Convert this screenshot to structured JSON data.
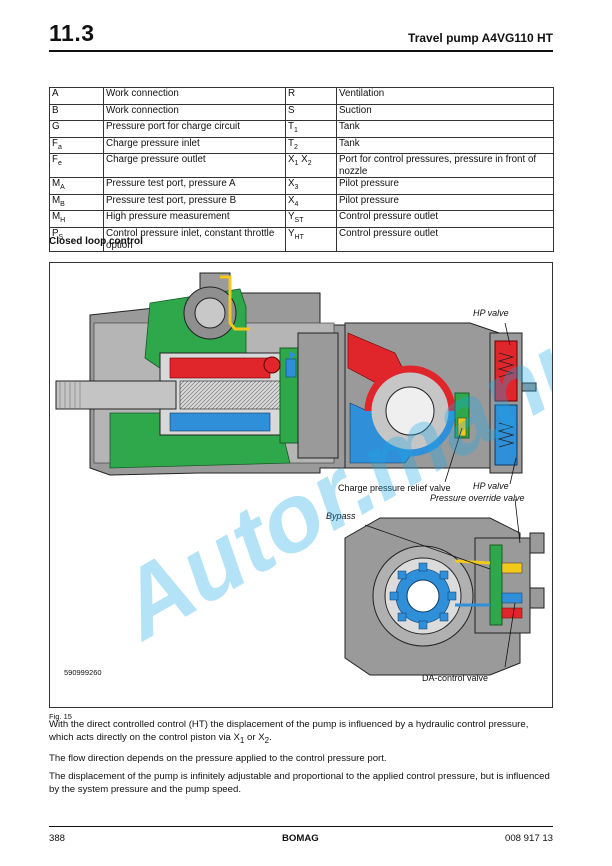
{
  "header": {
    "section": "11.3",
    "title": "Travel pump A4VG110 HT"
  },
  "table": {
    "rows": [
      {
        "k1": "A",
        "k1s": "",
        "v1": "Work connection",
        "k2": "R",
        "k2s": "",
        "v2": "Ventilation"
      },
      {
        "k1": "B",
        "k1s": "",
        "v1": "Work connection",
        "k2": "S",
        "k2s": "",
        "v2": "Suction"
      },
      {
        "k1": "G",
        "k1s": "",
        "v1": "Pressure port for charge circuit",
        "k2": "T",
        "k2s": "1",
        "v2": "Tank"
      },
      {
        "k1": "F",
        "k1s": "a",
        "v1": "Charge pressure inlet",
        "k2": "T",
        "k2s": "2",
        "v2": "Tank"
      },
      {
        "k1": "F",
        "k1s": "e",
        "v1": "Charge pressure outlet",
        "k2": "X",
        "k2s": "1",
        "k2b": " X",
        "k2bs": "2",
        "v2": "Port for control pressures, pressure in front of nozzle"
      },
      {
        "k1": "M",
        "k1s": "A",
        "v1": "Pressure test port, pressure A",
        "k2": "X",
        "k2s": "3",
        "v2": "Pilot pressure"
      },
      {
        "k1": "M",
        "k1s": "B",
        "v1": "Pressure test port, pressure B",
        "k2": "X",
        "k2s": "4",
        "v2": "Pilot pressure"
      },
      {
        "k1": "M",
        "k1s": "H",
        "v1": "High pressure measurement",
        "k2": "Y",
        "k2s": "ST",
        "v2": "Control pressure outlet"
      },
      {
        "k1": "P",
        "k1s": "S",
        "v1": "Control pressure inlet, constant throttle option",
        "k2": "Y",
        "k2s": "HT",
        "v2": "Control pressure outlet"
      }
    ]
  },
  "section_heading": "Closed loop control",
  "figure": {
    "labels": {
      "hp_valve_top": "HP valve",
      "charge_relief": "Charge pressure relief valve",
      "hp_valve_bottom": "HP valve",
      "override": "Pressure override valve",
      "bypass": "Bypass",
      "da_control": "DA-control valve",
      "code": "590999260"
    },
    "watermark": "Autor.manual",
    "caption": "Fig. 15"
  },
  "body": {
    "p1_a": "With the direct controlled control (HT) the displacement of the pump is influenced by a hydraulic control pressure, which acts directly on the control piston via X",
    "p1_s1": "1",
    "p1_b": " or X",
    "p1_s2": "2",
    "p1_c": ".",
    "p2": "The flow direction depends on the pressure applied to the control pressure port.",
    "p3": "The displacement of the pump is infinitely adjustable and proportional to the applied control pressure, but is influenced by the system pressure and the pump speed."
  },
  "footer": {
    "page": "388",
    "brand": "BOMAG",
    "doc": "008 917 13"
  },
  "colors": {
    "green": "#2ea84a",
    "red": "#e0262b",
    "blue": "#2f8fd8",
    "yellow": "#f2c81a",
    "casing": "#9a9a9a"
  }
}
